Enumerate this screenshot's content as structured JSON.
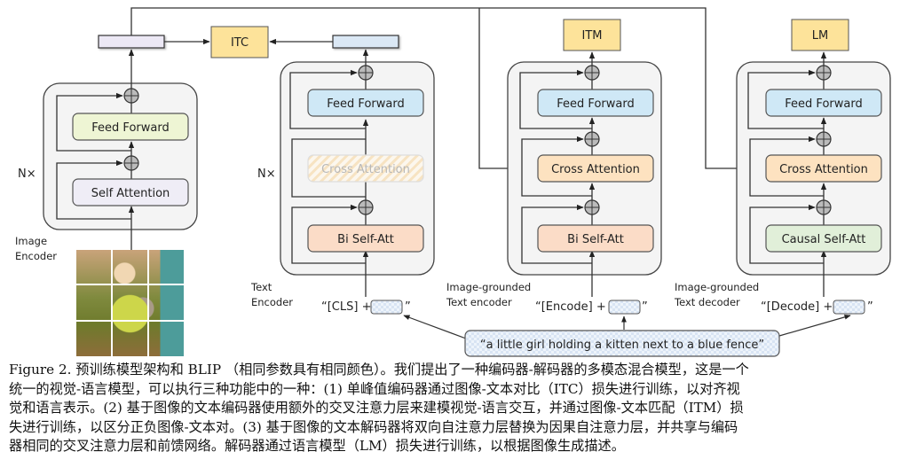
{
  "figure": {
    "losses": {
      "itc": "ITC",
      "itm": "ITM",
      "lm": "LM"
    },
    "image_encoder": {
      "label_line1": "Image",
      "label_line2": "Encoder",
      "repeat": "N×",
      "blocks": {
        "feed_forward": "Feed Forward",
        "self_attention": "Self Attention"
      }
    },
    "text_encoder": {
      "label_line1": "Text",
      "label_line2": "Encoder",
      "repeat": "N×",
      "blocks": {
        "feed_forward": "Feed Forward",
        "cross_attention": "Cross Attention",
        "bi_self_att": "Bi Self-Att"
      },
      "input_prefix": "“[CLS] +",
      "input_suffix": "”"
    },
    "grounded_encoder": {
      "label_line1": "Image-grounded",
      "label_line2": "Text encoder",
      "blocks": {
        "feed_forward": "Feed Forward",
        "cross_attention": "Cross Attention",
        "bi_self_att": "Bi Self-Att"
      },
      "input_prefix": "“[Encode] +",
      "input_suffix": "”"
    },
    "grounded_decoder": {
      "label_line1": "Image-grounded",
      "label_line2": "Text decoder",
      "blocks": {
        "feed_forward": "Feed Forward",
        "cross_attention": "Cross Attention",
        "causal_self_att": "Causal Self-Att"
      },
      "input_prefix": "“[Decode] +",
      "input_suffix": "”"
    },
    "input_text": "“a little girl holding a kitten next to a blue fence”",
    "colors": {
      "loss_box": "#fde39a",
      "feed_forward_image": "#eef5d4",
      "feed_forward_text": "#cfe8f6",
      "self_attention": "#efedf6",
      "bi_self_att": "#fbdcc7",
      "cross_attention": "#fde2c0",
      "causal_self_att": "#e1efd9",
      "module_bg": "#f4f4f4",
      "image_feature": "#ece8f5",
      "text_feature": "#dbe8f5"
    }
  },
  "caption": {
    "lines": [
      "Figure 2. 预训练模型架构和 BLIP （相同参数具有相同颜色）。我们提出了一种编码器-解码器的多模态混合模型，这是一个",
      "统一的视觉-语言模型，可以执行三种功能中的一种：(1) 单峰值编码器通过图像-文本对比（ITC）损失进行训练，以对齐视",
      "觉和语言表示。(2) 基于图像的文本编码器使用额外的交叉注意力层来建模视觉-语言交互，并通过图像-文本匹配（ITM）损",
      "失进行训练，以区分正负图像-文本对。(3) 基于图像的文本解码器将双向自注意力层替换为因果自注意力层，并共享与编码",
      "器相同的交叉注意力层和前馈网络。解码器通过语言模型（LM）损失进行训练，以根据图像生成描述。"
    ]
  }
}
